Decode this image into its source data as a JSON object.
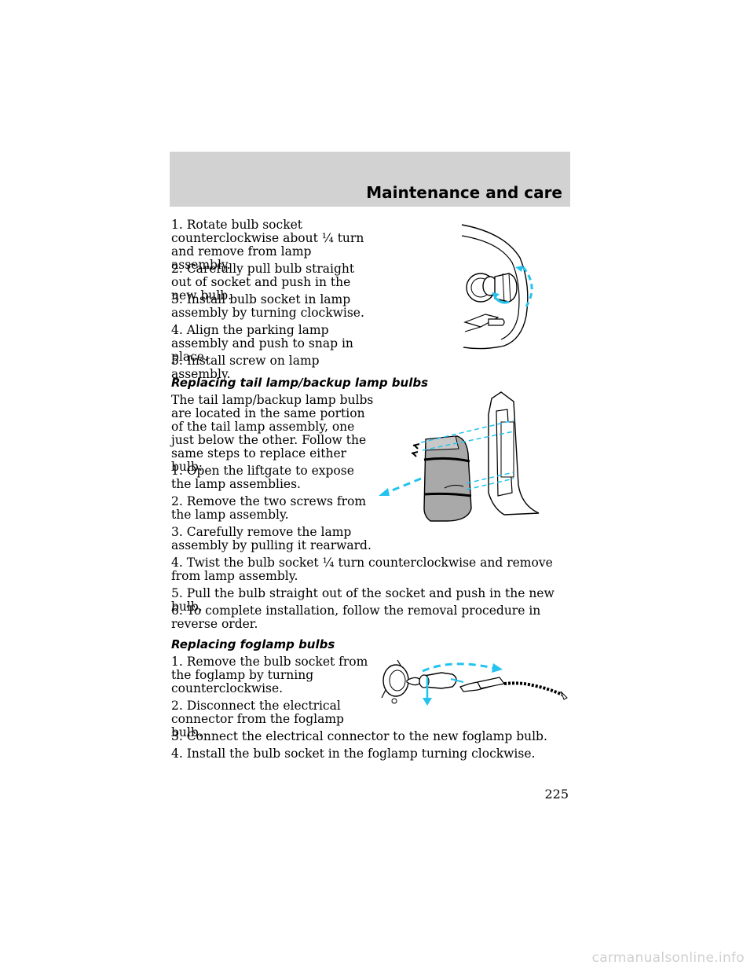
{
  "header": {
    "title": "Maintenance and care"
  },
  "parking_lamp_steps": [
    "1. Rotate bulb socket counterclockwise about ¼ turn and remove from lamp assembly.",
    "2. Carefully pull bulb straight out of socket and push in the new bulb.",
    "3. Install bulb socket in lamp assembly by turning clockwise.",
    "4. Align the parking lamp assembly and push to snap in place.",
    "5. Install screw on lamp assembly."
  ],
  "tail_lamp": {
    "heading": "Replacing tail lamp/backup lamp bulbs",
    "intro": "The tail lamp/backup lamp bulbs are located in the same portion of the tail lamp assembly, one just below the other. Follow the same steps to replace either bulb:",
    "steps": [
      "1. Open the liftgate to expose the lamp assemblies.",
      "2. Remove the two screws from the lamp assembly.",
      "3. Carefully remove the lamp assembly by pulling it rearward.",
      "4. Twist the bulb socket ¼ turn counterclockwise and remove from lamp assembly.",
      "5. Pull the bulb straight out of the socket and push in the new bulb.",
      "6. To complete installation, follow the removal procedure in reverse order."
    ]
  },
  "foglamp": {
    "heading": "Replacing foglamp bulbs",
    "steps": [
      "1. Remove the bulb socket from the foglamp by turning counterclockwise.",
      "2. Disconnect the electrical connector from the foglamp bulb.",
      "3. Connect the electrical connector to the new foglamp bulb.",
      "4. Install the bulb socket in the foglamp turning clockwise."
    ]
  },
  "page_number": "225",
  "watermark": "carmanualsonline.info",
  "colors": {
    "header_band": "#d2d2d2",
    "accent": "#22c3ee"
  }
}
